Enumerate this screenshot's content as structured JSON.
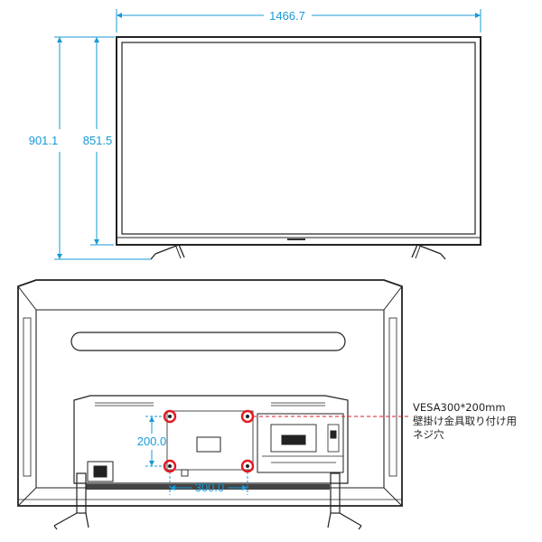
{
  "front_view": {
    "width_label": "1466.7",
    "total_height_label": "901.1",
    "panel_height_label": "851.5"
  },
  "rear_view": {
    "vesa_vertical_label": "200.0",
    "vesa_horizontal_label": "300.0"
  },
  "annotation": {
    "line1": "VESA300*200mm",
    "line2": "壁掛け金具取り付け用",
    "line3": "ネジ穴"
  },
  "colors": {
    "dimension": "#1a9ad6",
    "mount_holes": "#e21a22",
    "outline": "#222222"
  }
}
